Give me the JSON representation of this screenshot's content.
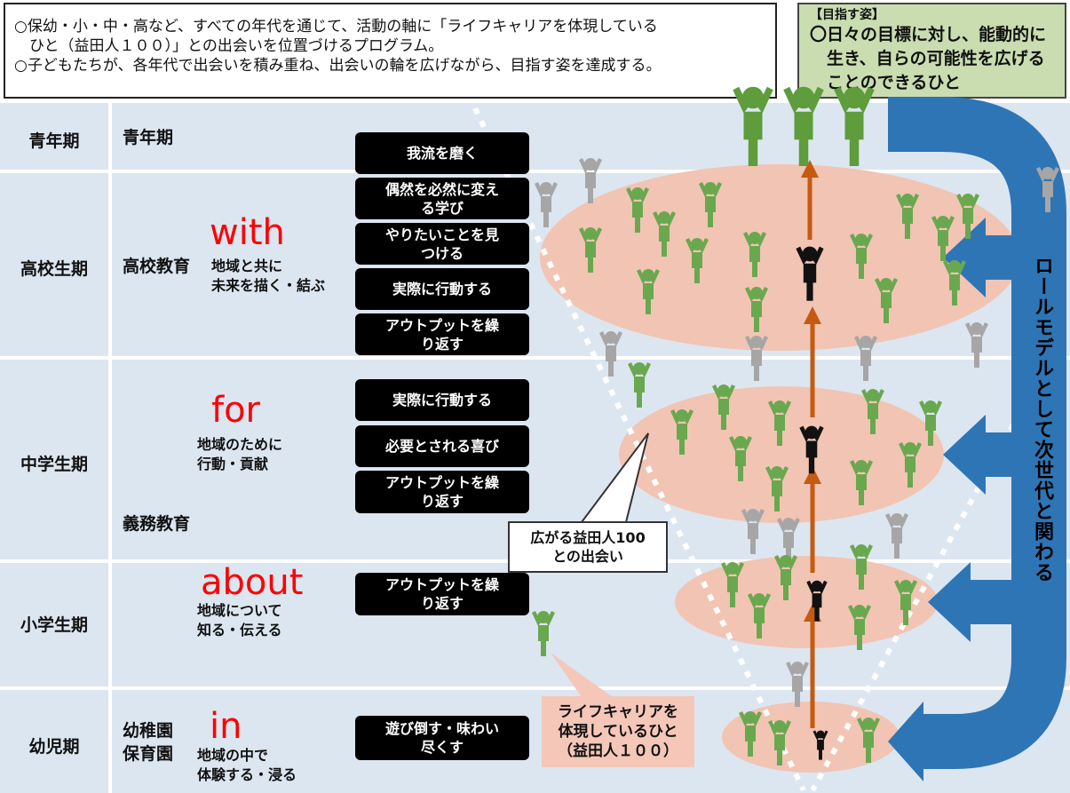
{
  "intro": {
    "line1": "○保幼・小・中・高など、すべての年代を通じて、活動の軸に「ライフキャリアを体現している",
    "line2": "　ひと（益田人１００）」との出会いを位置づけるプログラム。",
    "line3": "○子どもたちが、各年代で出会いを積み重ね、出会いの輪を広げながら、目指す姿を達成する。"
  },
  "goal": {
    "heading": "【目指す姿】",
    "line1": "〇日々の目標に対し、能動的に",
    "line2": "　生き、自らの可能性を広げる",
    "line3": "　ことのできるひと"
  },
  "periods": {
    "youth": "青年期",
    "high": "高校生期",
    "junior": "中学生期",
    "elementary": "小学生期",
    "infant": "幼児期"
  },
  "institutions": {
    "youth": "青年期",
    "high": "高校教育",
    "compulsory": "義務教育",
    "kinder_line1": "幼稚園",
    "kinder_line2": "保育園"
  },
  "stages": {
    "with": {
      "keyword": "with",
      "sub1": "地域と共に",
      "sub2": "未来を描く・結ぶ"
    },
    "for": {
      "keyword": "for",
      "sub1": "地域のために",
      "sub2": "行動・貢献"
    },
    "about": {
      "keyword": "about",
      "sub1": "地域について",
      "sub2": "知る・伝える"
    },
    "in": {
      "keyword": "in",
      "sub1": "地域の中で",
      "sub2": "体験する・浸る"
    }
  },
  "activities": {
    "youth": [
      "我流を磨く"
    ],
    "high": [
      [
        "偶然を必然に変え",
        "る学び"
      ],
      [
        "やりたいことを見",
        "つける"
      ],
      [
        "実際に行動する"
      ],
      [
        "アウトプットを繰",
        "り返す"
      ]
    ],
    "junior": [
      [
        "実際に行動する"
      ],
      [
        "必要とされる喜び"
      ],
      [
        "アウトプットを繰",
        "り返す"
      ]
    ],
    "elementary": [
      [
        "アウトプットを繰",
        "り返す"
      ]
    ],
    "infant": [
      [
        "遊び倒す・味わい",
        "尽くす"
      ]
    ]
  },
  "callouts": {
    "spread_line1": "広がる益田人100",
    "spread_line2": "との出会い",
    "rolemodel_line1": "ライフキャリアを",
    "rolemodel_line2": "体現しているひと",
    "rolemodel_line3": "（益田人１００）"
  },
  "side_arrow_text": "ロールモデルとして次世代と関わる",
  "colors": {
    "band": "#dce6f1",
    "ellipse": "#f2c4b3",
    "green_person": "#6aa84f",
    "dark_green_person": "#5e9c3c",
    "gray_person": "#a6a6a6",
    "black_person": "#111111",
    "growth_arrow": "#c55a11",
    "side_arrow": "#2e75b6",
    "goal_box": "#c9ddb0",
    "keyword": "#ff0000"
  },
  "icons": [
    "person-icon",
    "arrow-up-icon",
    "curved-arrow-icon",
    "arrow-left-icon"
  ]
}
